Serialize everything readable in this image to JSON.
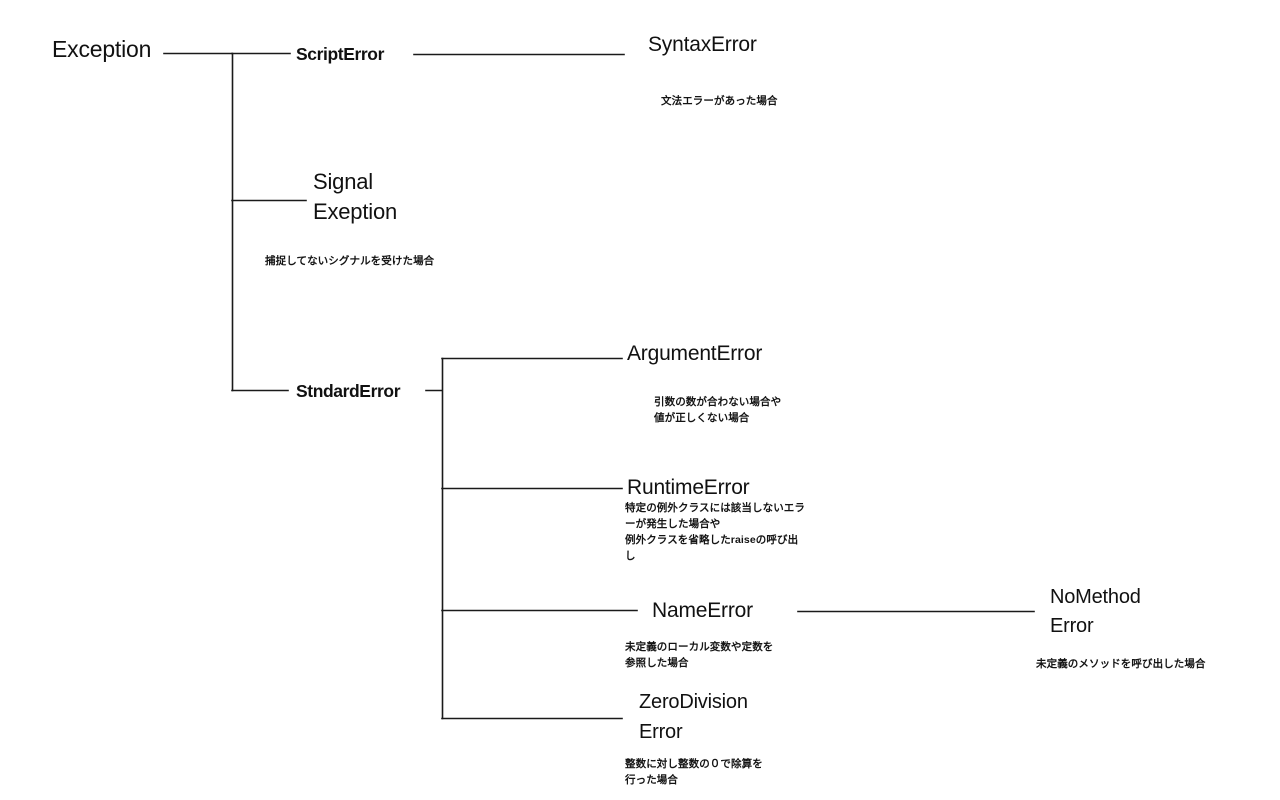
{
  "diagram": {
    "title": "Ruby Exception class hierarchy",
    "line_color": "#1a1a1a",
    "text_color": "#111111",
    "background": "#ffffff",
    "nodes": {
      "exception": {
        "label": "Exception"
      },
      "script_error": {
        "label": "ScriptError"
      },
      "syntax_error": {
        "label": "SyntaxError",
        "desc": "文法エラーがあった場合"
      },
      "signal_exception": {
        "label": "Signal\nExeption",
        "desc": "捕捉してないシグナルを受けた場合"
      },
      "standard_error": {
        "label": "StndardError"
      },
      "argument_error": {
        "label": "ArgumentError",
        "desc": "引数の数が合わない場合や\n値が正しくない場合"
      },
      "runtime_error": {
        "label": "RuntimeError",
        "desc": "特定の例外クラスには該当しないエラ\nーが発生した場合や\n例外クラスを省略したraiseの呼び出\nし"
      },
      "name_error": {
        "label": "NameError",
        "desc": "未定義のローカル変数や定数を\n参照した場合"
      },
      "no_method_error": {
        "label": "NoMethod\nError",
        "desc": "未定義のメソッドを呼び出した場合"
      },
      "zero_division_error": {
        "label": "ZeroDivision\nError",
        "desc": "整数に対し整数の０で除算を\n行った場合"
      }
    }
  }
}
